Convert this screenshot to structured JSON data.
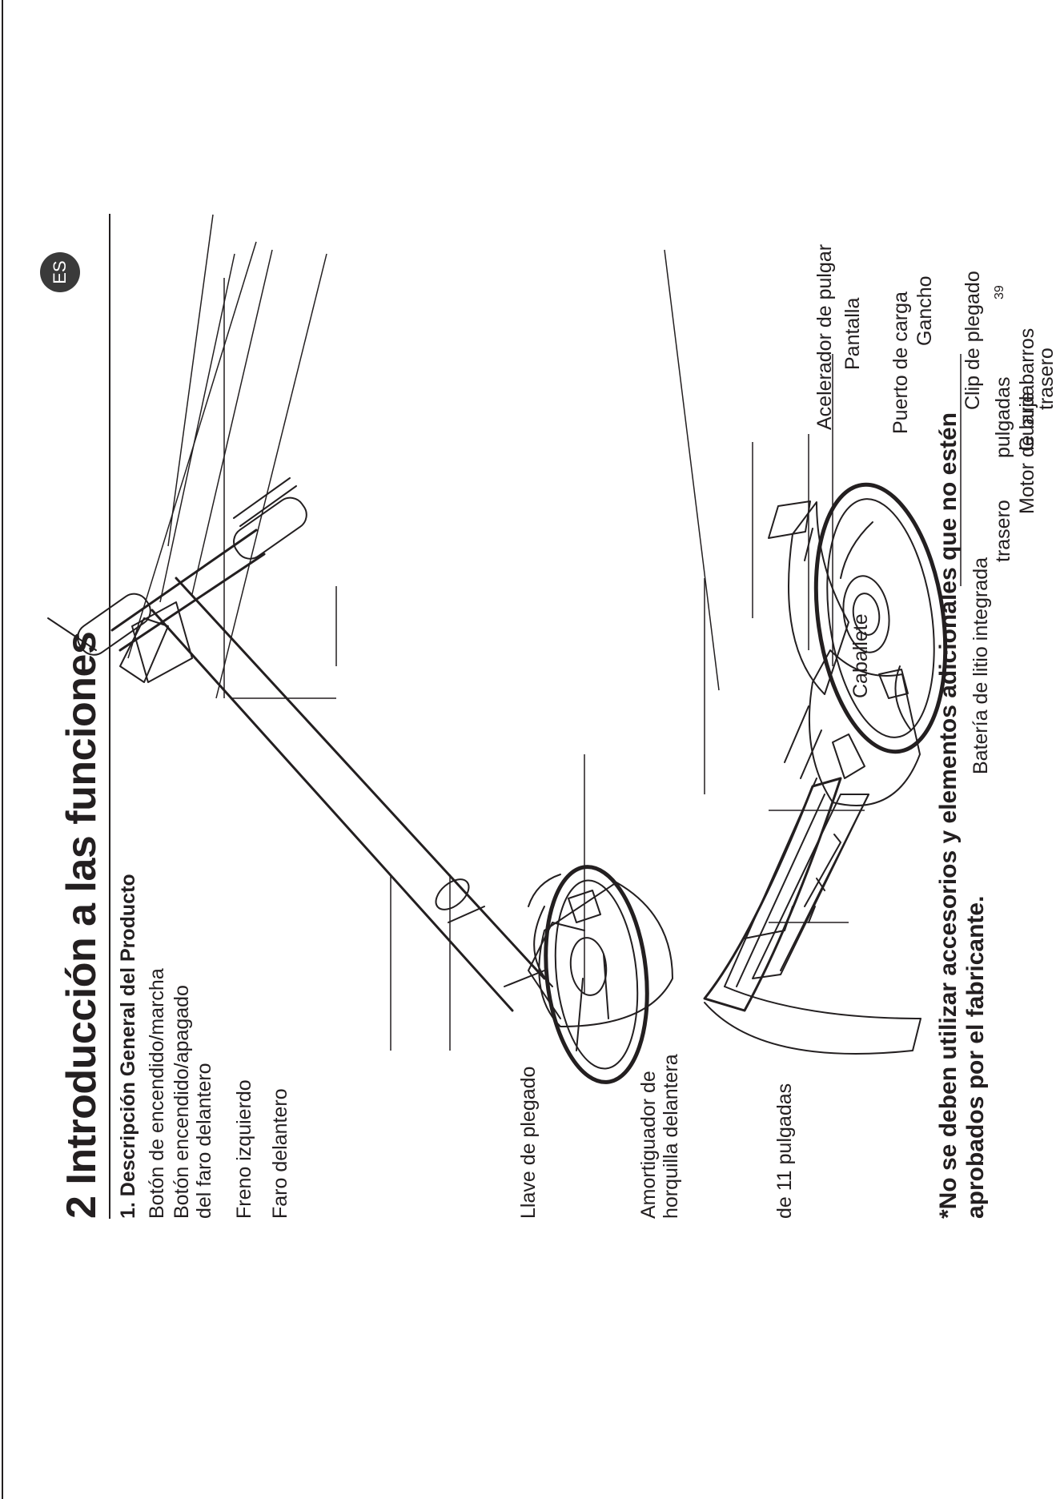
{
  "badge": "ES",
  "title": "2 Introducción a las funciones",
  "subtitle": "1. Descripción General del Producto",
  "labels": {
    "power_button": "Botón de encendido/marcha",
    "headlight_button_1": "Botón encendido/apagado",
    "headlight_button_2": "del faro delantero",
    "left_brake": "Freno izquierdo",
    "headlight": "Faro delantero",
    "folding_key": "Llave de plegado",
    "shock_1": "Amortiguador de",
    "shock_2": "horquilla delantera",
    "tire_11": "de 11 pulgadas",
    "thumb_throttle": "Acelerador de pulgar",
    "display": "Pantalla",
    "hook": "Gancho",
    "charging_port": "Puerto de carga",
    "folding_clip": "Clip de plegado",
    "inches": "pulgadas",
    "fender_1": "Guardabarros",
    "fender_2": "trasero",
    "rear": "trasero",
    "hub_motor": "Motor de buje",
    "battery": "Batería de litio integrada",
    "kickstand": "Caballete"
  },
  "note": "*No se deben utilizar accesorios y elementos adicionales que no estén aprobados por el fabricante.",
  "page_number": "39"
}
